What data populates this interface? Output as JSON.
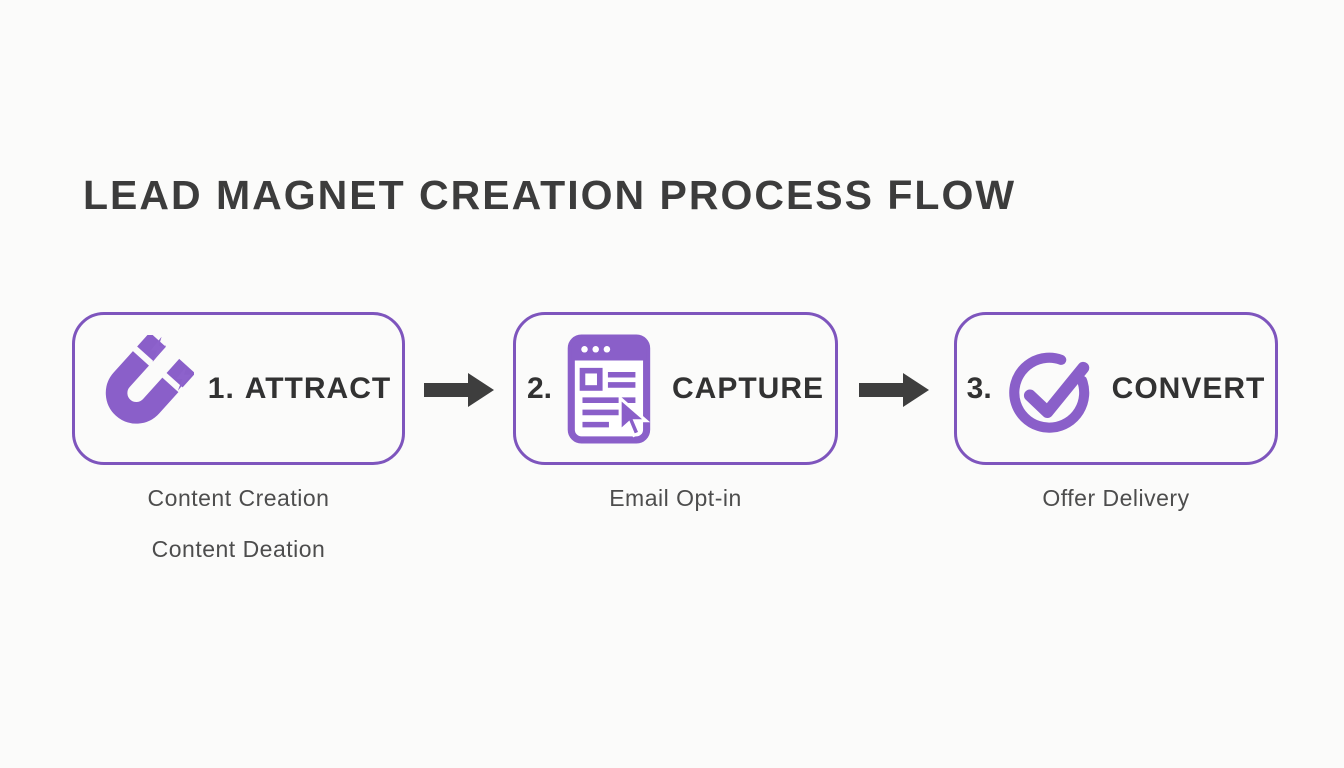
{
  "page": {
    "title": "LEAD MAGNET CREATION PROCESS FLOW",
    "background": "#fbfbfa"
  },
  "colors": {
    "accent_purple_border": "#7e55bd",
    "icon_purple": "#8a5fc9",
    "arrow_dark": "#3e3e3e",
    "title_dark": "#3c3c3c",
    "label_dark": "#323232",
    "sublabel_gray": "#4d4d4d"
  },
  "steps": [
    {
      "num": "1.",
      "label": "ATTRACT",
      "icon": "magnet-icon",
      "sublabels": [
        "Content Creation",
        "Content Deation"
      ]
    },
    {
      "num": "2.",
      "label": "CAPTURE",
      "icon": "optin-form-icon",
      "sublabels": [
        "Email Opt-in"
      ]
    },
    {
      "num": "3.",
      "label": "CONVERT",
      "icon": "check-circle-icon",
      "sublabels": [
        "Offer Delivery"
      ]
    }
  ]
}
